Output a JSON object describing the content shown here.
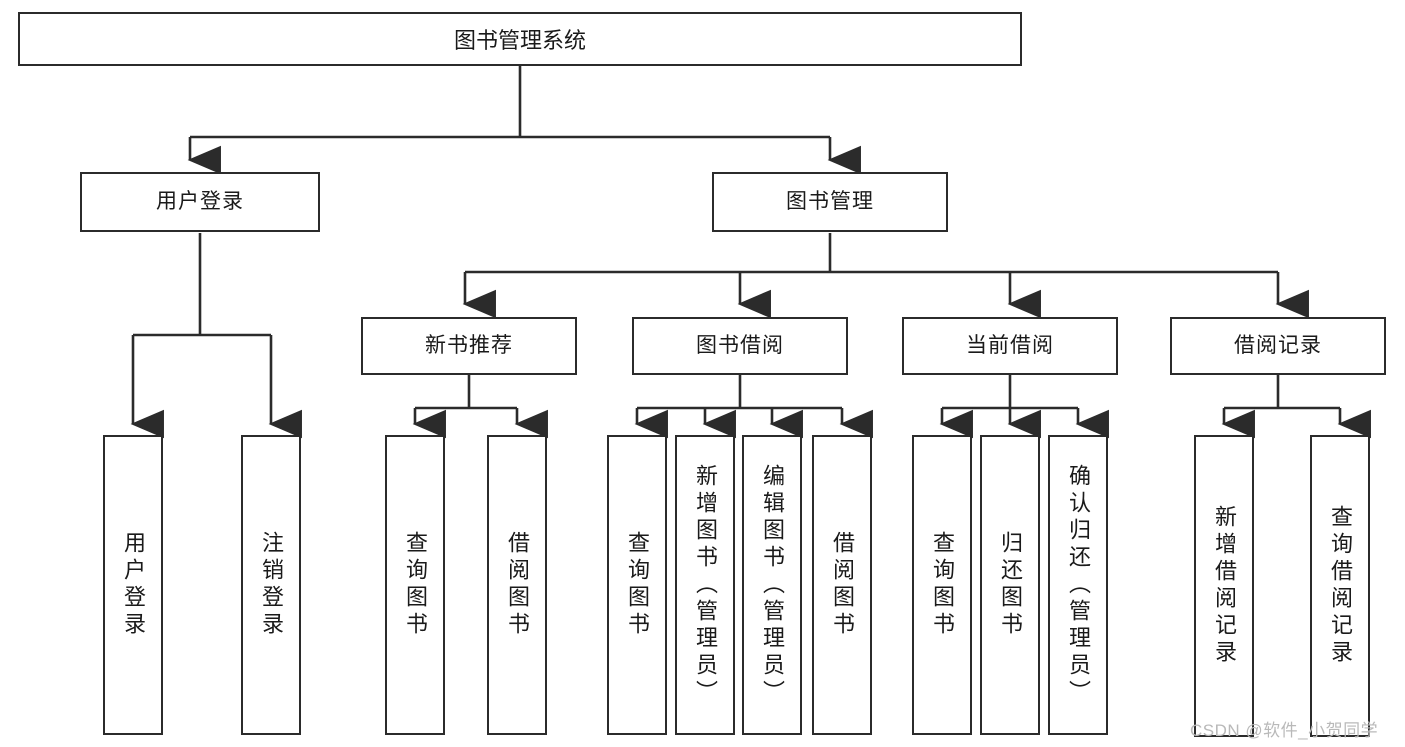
{
  "diagram": {
    "type": "tree-hierarchy",
    "title": "图书管理系统",
    "root": {
      "label": "图书管理系统"
    },
    "level1": [
      {
        "id": "user-login",
        "label": "用户登录"
      },
      {
        "id": "book-management",
        "label": "图书管理"
      }
    ],
    "level2": [
      {
        "id": "new-book-recommend",
        "label": "新书推荐",
        "parent": "book-management"
      },
      {
        "id": "book-borrow",
        "label": "图书借阅",
        "parent": "book-management"
      },
      {
        "id": "current-borrow",
        "label": "当前借阅",
        "parent": "book-management"
      },
      {
        "id": "borrow-record",
        "label": "借阅记录",
        "parent": "book-management"
      }
    ],
    "leaves": {
      "user_login": [
        {
          "id": "leaf-user-login",
          "label": "用户登录"
        },
        {
          "id": "leaf-user-logout",
          "label": "注销登录"
        }
      ],
      "new_book_recommend": [
        {
          "id": "leaf-query-book-1",
          "label": "查询图书"
        },
        {
          "id": "leaf-borrow-book-1",
          "label": "借阅图书"
        }
      ],
      "book_borrow": [
        {
          "id": "leaf-query-book-2",
          "label": "查询图书"
        },
        {
          "id": "leaf-add-book",
          "label": "新增图书（管理员）"
        },
        {
          "id": "leaf-edit-book",
          "label": "编辑图书（管理员）"
        },
        {
          "id": "leaf-borrow-book-2",
          "label": "借阅图书"
        }
      ],
      "current_borrow": [
        {
          "id": "leaf-query-book-3",
          "label": "查询图书"
        },
        {
          "id": "leaf-return-book",
          "label": "归还图书"
        },
        {
          "id": "leaf-confirm-return",
          "label": "确认归还（管理员）"
        }
      ],
      "borrow_record": [
        {
          "id": "leaf-add-record",
          "label": "新增借阅记录"
        },
        {
          "id": "leaf-query-record",
          "label": "查询借阅记录"
        }
      ]
    }
  },
  "watermark": {
    "text": "CSDN @软件_小贺同学"
  },
  "colors": {
    "stroke": "#2b2b2b",
    "fill": "#ffffff",
    "text": "#1a1a1a",
    "watermark": "#b9b9b9"
  }
}
